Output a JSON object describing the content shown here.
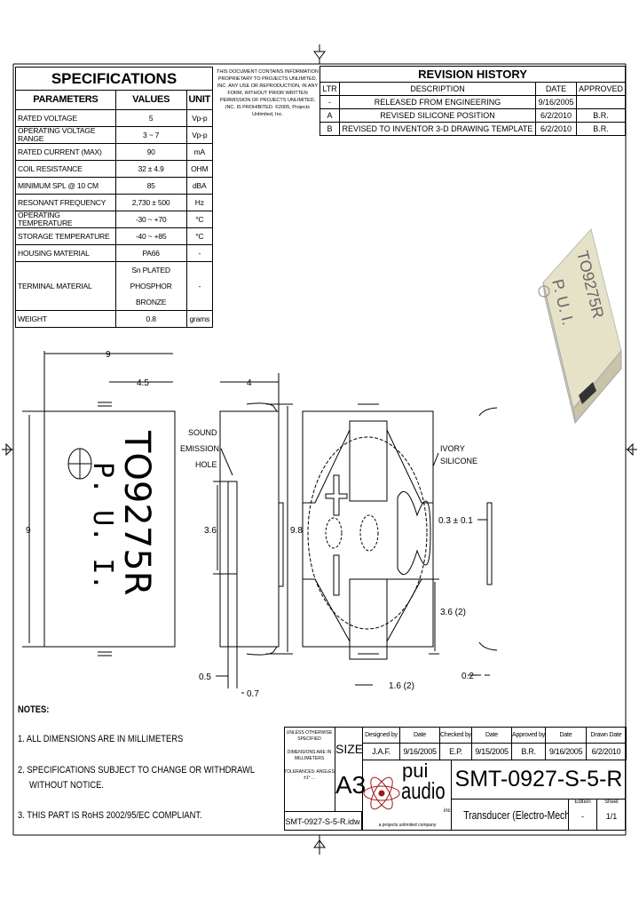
{
  "specifications": {
    "title": "SPECIFICATIONS",
    "headers": [
      "PARAMETERS",
      "VALUES",
      "UNIT"
    ],
    "rows": [
      {
        "parameter": "RATED VOLTAGE",
        "value": "5",
        "unit": "Vp-p"
      },
      {
        "parameter": "OPERATING VOLTAGE RANGE",
        "value": "3 ~ 7",
        "unit": "Vp-p"
      },
      {
        "parameter": "RATED CURRENT (MAX)",
        "value": "90",
        "unit": "mA"
      },
      {
        "parameter": "COIL RESISTANCE",
        "value": "32 ± 4.9",
        "unit": "OHM"
      },
      {
        "parameter": "MINIMUM SPL @ 10 CM",
        "value": "85",
        "unit": "dBA"
      },
      {
        "parameter": "RESONANT FREQUENCY",
        "value": "2,730 ± 500",
        "unit": "Hz"
      },
      {
        "parameter": "OPERATING TEMPERATURE",
        "value": "-30 ~ +70",
        "unit": "°C"
      },
      {
        "parameter": "STORAGE TEMPERATURE",
        "value": "-40 ~ +85",
        "unit": "°C"
      },
      {
        "parameter": "HOUSING MATERIAL",
        "value": "PA66",
        "unit": "-"
      },
      {
        "parameter": "TERMINAL MATERIAL",
        "value_line1": "Sn PLATED",
        "value_line2": "PHOSPHOR BRONZE",
        "unit": "-"
      },
      {
        "parameter": "WEIGHT",
        "value": "0.8",
        "unit": "grams"
      }
    ]
  },
  "confidential_notice": "THIS DOCUMENT CONTAINS INFORMATION PROPRIETARY TO PROJECTS UNLIMITED, INC. ANY USE OR REPRODUCTION, IN ANY FORM, WITHOUT PRIOR WRITTEN PERMISSION OF PROJECTS UNLIMITED, INC. IS PROHIBITED. ©2005, Projects Unlimited, Inc.",
  "revision_history": {
    "title": "REVISION HISTORY",
    "headers": [
      "LTR",
      "DESCRIPTION",
      "DATE",
      "APPROVED"
    ],
    "rows": [
      {
        "ltr": "-",
        "description": "RELEASED FROM ENGINEERING",
        "date": "9/16/2005",
        "approved": ""
      },
      {
        "ltr": "A",
        "description": "REVISED SILICONE POSITION",
        "date": "6/2/2010",
        "approved": "B.R."
      },
      {
        "ltr": "B",
        "description": "REVISED TO INVENTOR 3-D DRAWING TEMPLATE",
        "date": "6/2/2010",
        "approved": "B.R."
      }
    ]
  },
  "drawing": {
    "top_marking_line1": "TO9275R",
    "top_marking_line2": "P. U. I.",
    "dimensions": {
      "width": "9",
      "half_width": "4.5",
      "height": "9",
      "depth": "4",
      "hole_height": "3.6",
      "overall_length": "9.8",
      "dim_05": "0.5",
      "dim_07": "0.7",
      "pad_spacing": "1.6 (2)",
      "pad_length": "3.6 (2)",
      "terminal_thickness": "0.3 ± 0.1",
      "dim_02": "0.2"
    },
    "labels": {
      "sound_line1": "SOUND",
      "sound_line2": "EMISSION",
      "sound_line3": "HOLE",
      "silicone_line1": "IVORY",
      "silicone_line2": "SILICONE"
    },
    "render_3d_marking_line1": "TO9275R",
    "render_3d_marking_line2": "P. U. I."
  },
  "notes": {
    "title": "NOTES:",
    "items": [
      "1. ALL DIMENSIONS ARE IN MILLIMETERS",
      "2. SPECIFICATIONS SUBJECT TO CHANGE OR WITHDRAWL",
      "WITHOUT NOTICE.",
      "3. THIS PART IS RoHS 2002/95/EC COMPLIANT."
    ]
  },
  "title_block": {
    "unless_note": "UNLESS OTHERWISE SPECIFIED",
    "dims_note": "DIMENSIONS ARE IN MILLIMETERS",
    "tolerance_note": "TOLERANCES: ANGLES ±1° ...",
    "size_label": "SIZE",
    "size_value": "A3",
    "filename": "SMT-0927-S-5-R.idw",
    "headers": [
      "Designed by",
      "Date",
      "Checked by",
      "Date",
      "Approved by",
      "Date",
      "Drawn Date"
    ],
    "values": [
      "J.A.F.",
      "9/16/2005",
      "E.P.",
      "9/15/2005",
      "B.R.",
      "9/16/2005",
      "6/2/2010"
    ],
    "logo_top": "pui",
    "logo_bottom": "audio",
    "logo_inc": "inc",
    "logo_tagline": "a projects unlimited company",
    "part_number": "SMT-0927-S-5-R",
    "description": "Transducer (Electro-Mech)",
    "edition_label": "Edition",
    "edition_value": "-",
    "sheet_label": "Sheet",
    "sheet_value": "1/1"
  },
  "colors": {
    "logo_red": "#a01818",
    "render_body": "#e6e2c8"
  }
}
